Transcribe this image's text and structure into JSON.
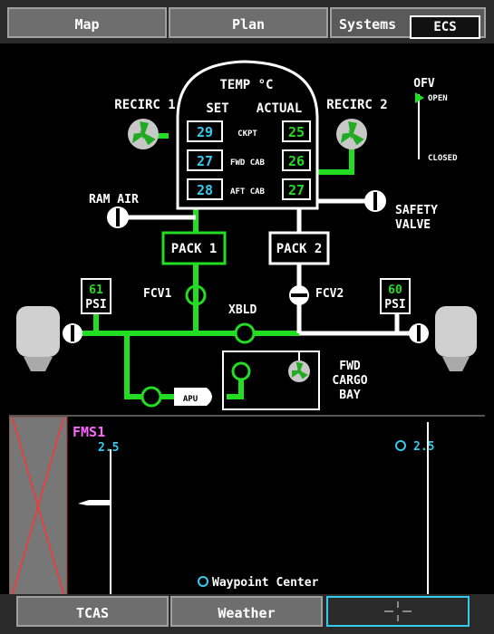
{
  "top_tabs": [
    {
      "label": "Map"
    },
    {
      "label": "Plan"
    },
    {
      "label": "Systems"
    }
  ],
  "systems_page": {
    "label": "ECS"
  },
  "ecs": {
    "temp_title": "TEMP °C",
    "set_label": "SET",
    "actual_label": "ACTUAL",
    "zones": [
      {
        "name": "CKPT",
        "set": "29",
        "actual": "25"
      },
      {
        "name": "FWD CAB",
        "set": "27",
        "actual": "26"
      },
      {
        "name": "AFT CAB",
        "set": "28",
        "actual": "27"
      }
    ],
    "recirc1": "RECIRC 1",
    "recirc2": "RECIRC 2",
    "ofv": "OFV",
    "ofv_open": "OPEN",
    "ofv_closed": "CLOSED",
    "ram_air": "RAM AIR",
    "safety_valve_line1": "SAFETY",
    "safety_valve_line2": "VALVE",
    "pack1": "PACK 1",
    "pack2": "PACK 2",
    "fcv1": "FCV1",
    "fcv2": "FCV2",
    "xbld": "XBLD",
    "left_psi_value": "61",
    "right_psi_value": "60",
    "psi_unit": "PSI",
    "apu": "APU",
    "fwd_cargo_line1": "FWD",
    "fwd_cargo_line2": "CARGO",
    "fwd_cargo_line3": "BAY",
    "colors": {
      "active": "#22dd22",
      "readout": "#33ccee",
      "line": "#ffffff",
      "panel": "#000000"
    }
  },
  "map": {
    "source": "FMS1",
    "left_range": "2.5",
    "right_range": "2.5",
    "center_label": "Waypoint Center",
    "colors": {
      "source": "#ff66ff",
      "range": "#33ccee"
    }
  },
  "bottom_tabs": [
    {
      "label": "TCAS"
    },
    {
      "label": "Weather"
    }
  ]
}
